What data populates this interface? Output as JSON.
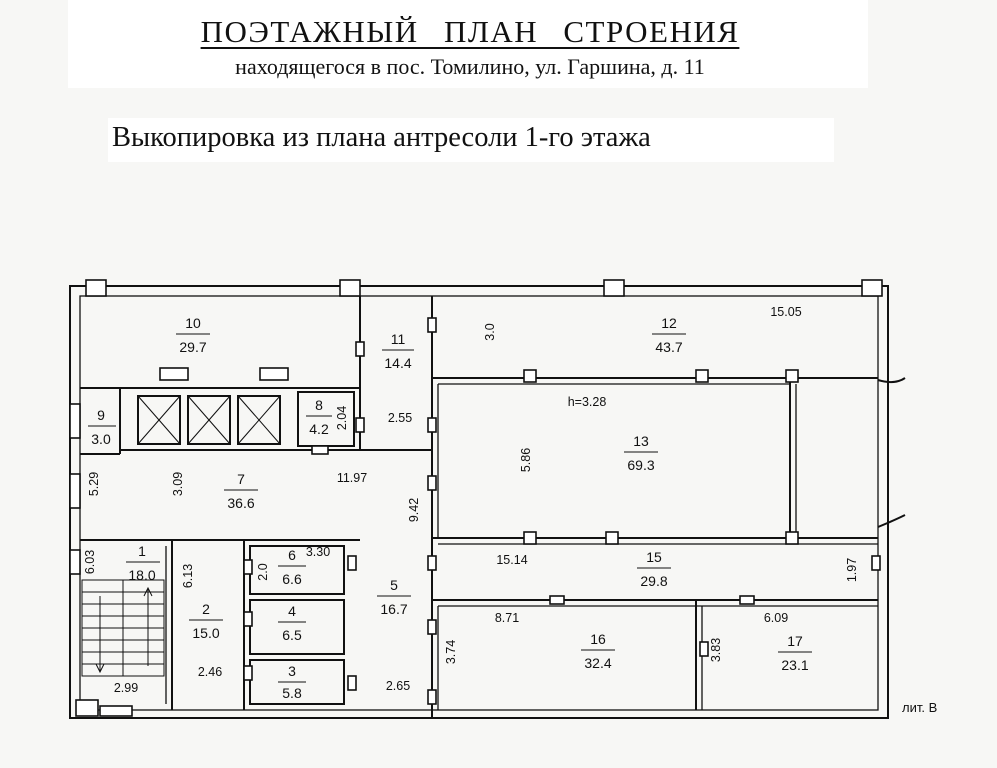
{
  "header": {
    "title": "ПОЭТАЖНЫЙ ПЛАН СТРОЕНИЯ",
    "address": "находящегося в пос. Томилино, ул. Гаршина, д. 11",
    "subtitle": "Выкопировка из плана антресоли 1-го этажа"
  },
  "plan": {
    "rooms": [
      {
        "id": "1",
        "area": "18.0"
      },
      {
        "id": "2",
        "area": "15.0"
      },
      {
        "id": "3",
        "area": "5.8"
      },
      {
        "id": "4",
        "area": "6.5"
      },
      {
        "id": "5",
        "area": "16.7"
      },
      {
        "id": "6",
        "area": "6.6"
      },
      {
        "id": "7",
        "area": "36.6"
      },
      {
        "id": "8",
        "area": "4.2"
      },
      {
        "id": "9",
        "area": "3.0"
      },
      {
        "id": "10",
        "area": "29.7"
      },
      {
        "id": "11",
        "area": "14.4"
      },
      {
        "id": "12",
        "area": "43.7"
      },
      {
        "id": "13",
        "area": "69.3"
      },
      {
        "id": "15",
        "area": "29.8"
      },
      {
        "id": "16",
        "area": "32.4"
      },
      {
        "id": "17",
        "area": "23.1"
      }
    ],
    "dimensions": {
      "d_15_05": "15.05",
      "d_3_0": "3.0",
      "d_h": "h=3.28",
      "d_2_04": "2.04",
      "d_2_55": "2.55",
      "d_5_86": "5.86",
      "d_11_97": "11.97",
      "d_3_09": "3.09",
      "d_5_29": "5.29",
      "d_9_42": "9.42",
      "d_15_14": "15.14",
      "d_1_97": "1.97",
      "d_6_03": "6.03",
      "d_6_13": "6.13",
      "d_3_30": "3.30",
      "d_2_0": "2.0",
      "d_8_71": "8.71",
      "d_6_09": "6.09",
      "d_3_74": "3.74",
      "d_3_83": "3.83",
      "d_2_46": "2.46",
      "d_2_65": "2.65",
      "d_2_99": "2.99"
    },
    "building_label": "лит. В"
  }
}
